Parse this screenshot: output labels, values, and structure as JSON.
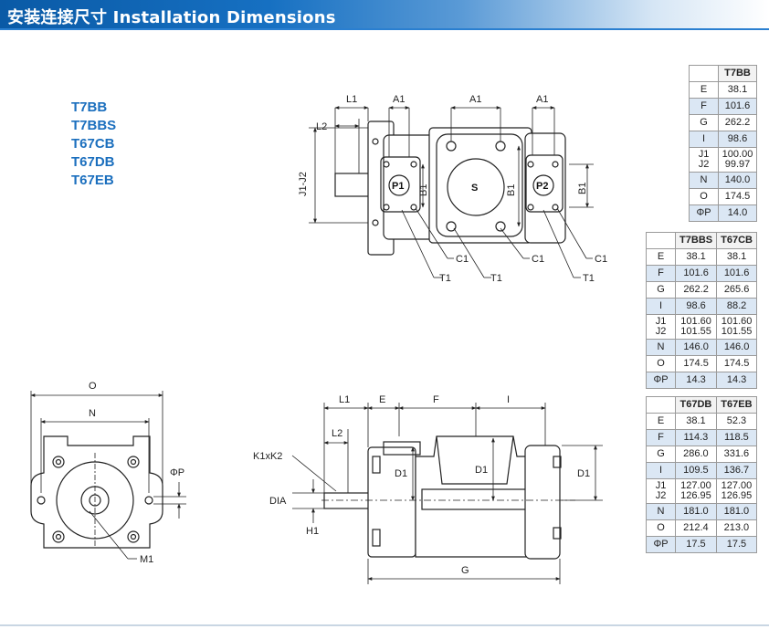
{
  "header": {
    "title": "安装连接尺寸 Installation Dimensions"
  },
  "models": [
    "T7BB",
    "T7BBS",
    "T67CB",
    "T67DB",
    "T67EB"
  ],
  "top_view_labels": {
    "L1": "L1",
    "A1": "A1",
    "L2": "L2",
    "J1J2": "J1-J2",
    "B1": "B1",
    "P1": "P1",
    "S": "S",
    "P2": "P2",
    "C1": "C1",
    "T1": "T1"
  },
  "end_view_labels": {
    "O": "O",
    "N": "N",
    "PhiP": "ΦP",
    "M1": "M1"
  },
  "side_view_labels": {
    "L1": "L1",
    "E": "E",
    "F": "F",
    "I": "I",
    "L2": "L2",
    "K": "K1xK2",
    "D1": "D1",
    "DIA": "DIA",
    "H1": "H1",
    "G": "G"
  },
  "tables": [
    {
      "headers": [
        "T7BB"
      ],
      "rows": [
        {
          "label": "E",
          "values": [
            "38.1"
          ]
        },
        {
          "label": "F",
          "values": [
            "101.6"
          ]
        },
        {
          "label": "G",
          "values": [
            "262.2"
          ]
        },
        {
          "label": "I",
          "values": [
            "98.6"
          ]
        },
        {
          "label": "J1\nJ2",
          "values": [
            "100.00\n99.97"
          ]
        },
        {
          "label": "N",
          "values": [
            "140.0"
          ]
        },
        {
          "label": "O",
          "values": [
            "174.5"
          ]
        },
        {
          "label": "ΦP",
          "values": [
            "14.0"
          ]
        }
      ]
    },
    {
      "headers": [
        "T7BBS",
        "T67CB"
      ],
      "rows": [
        {
          "label": "E",
          "values": [
            "38.1",
            "38.1"
          ]
        },
        {
          "label": "F",
          "values": [
            "101.6",
            "101.6"
          ]
        },
        {
          "label": "G",
          "values": [
            "262.2",
            "265.6"
          ]
        },
        {
          "label": "I",
          "values": [
            "98.6",
            "88.2"
          ]
        },
        {
          "label": "J1\nJ2",
          "values": [
            "101.60\n101.55",
            "101.60\n101.55"
          ]
        },
        {
          "label": "N",
          "values": [
            "146.0",
            "146.0"
          ]
        },
        {
          "label": "O",
          "values": [
            "174.5",
            "174.5"
          ]
        },
        {
          "label": "ΦP",
          "values": [
            "14.3",
            "14.3"
          ]
        }
      ]
    },
    {
      "headers": [
        "T67DB",
        "T67EB"
      ],
      "rows": [
        {
          "label": "E",
          "values": [
            "38.1",
            "52.3"
          ]
        },
        {
          "label": "F",
          "values": [
            "114.3",
            "118.5"
          ]
        },
        {
          "label": "G",
          "values": [
            "286.0",
            "331.6"
          ]
        },
        {
          "label": "I",
          "values": [
            "109.5",
            "136.7"
          ]
        },
        {
          "label": "J1\nJ2",
          "values": [
            "127.00\n126.95",
            "127.00\n126.95"
          ]
        },
        {
          "label": "N",
          "values": [
            "181.0",
            "181.0"
          ]
        },
        {
          "label": "O",
          "values": [
            "212.4",
            "213.0"
          ]
        },
        {
          "label": "ΦP",
          "values": [
            "17.5",
            "17.5"
          ]
        }
      ]
    }
  ]
}
